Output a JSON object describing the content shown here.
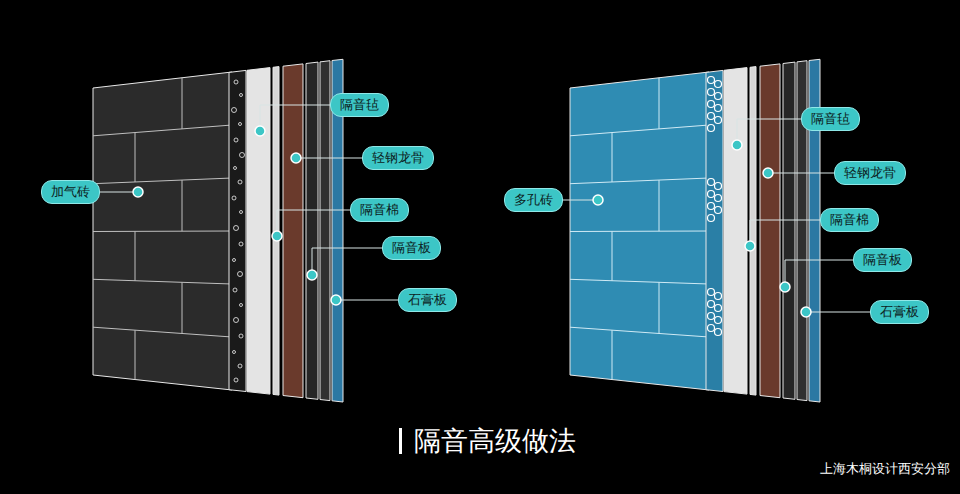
{
  "diagram": {
    "title": "隔音高级做法",
    "nodes": [
      {
        "text": [
          "隔音毡"
        ]
      },
      {
        "text": [
          "轻钢龙骨"
        ]
      },
      {
        "text": [
          "加气砖"
        ]
      },
      {
        "text": [
          "隔音棉"
        ]
      },
      {
        "text": [
          "隔音板"
        ]
      },
      {
        "text": [
          "石膏板"
        ]
      },
      {
        "text": [
          "隔音毡"
        ]
      },
      {
        "text": [
          "轻钢龙骨"
        ]
      },
      {
        "text": [
          "多孔砖"
        ]
      },
      {
        "text": [
          "隔音棉"
        ]
      },
      {
        "text": [
          "隔音板"
        ]
      },
      {
        "text": [
          "石膏板"
        ]
      }
    ],
    "labels": [
      "上海木桐设计西安分部"
    ]
  }
}
